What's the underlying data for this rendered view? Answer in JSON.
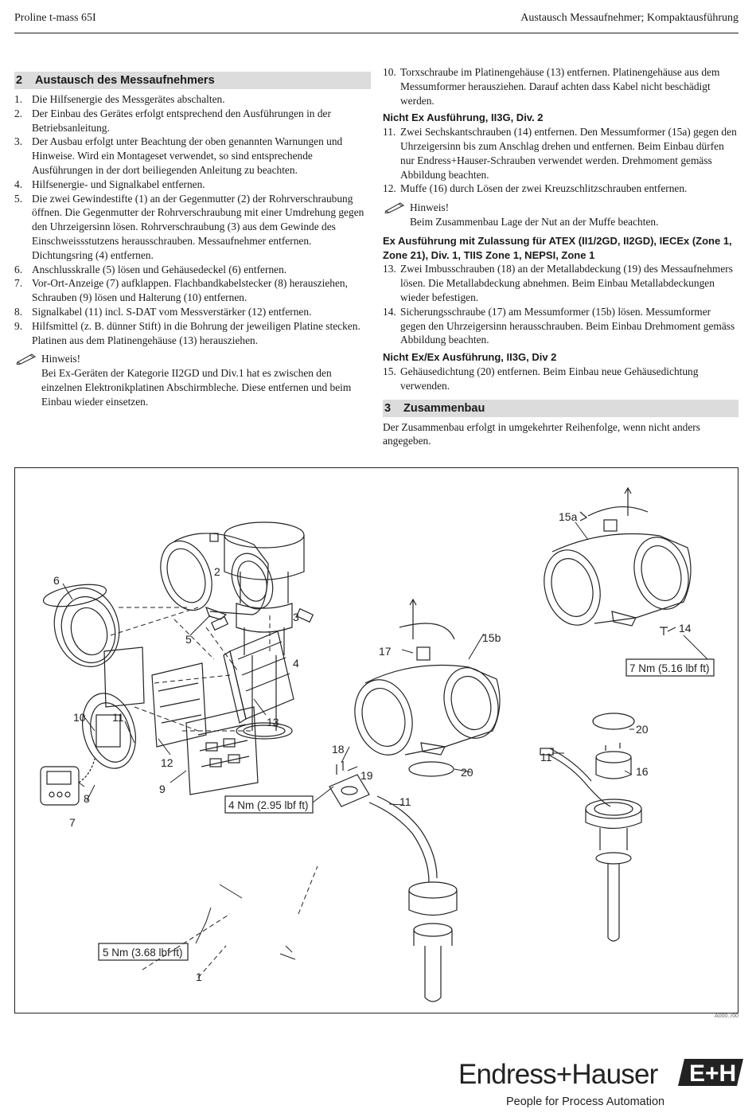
{
  "header": {
    "left": "Proline t-mass 65I",
    "right": "Austausch Messaufnehmer; Kompaktausführung"
  },
  "section2": {
    "number": "2",
    "title": "Austausch des Messaufnehmers",
    "steps": [
      {
        "n": "1.",
        "text": "Die Hilfsenergie des Messgerätes abschalten."
      },
      {
        "n": "2.",
        "text": "Der Einbau des Gerätes erfolgt entsprechend den Ausführungen in der Betriebsanleitung."
      },
      {
        "n": "3.",
        "text": "Der Ausbau erfolgt unter Beachtung der oben genannten Warnungen und Hinweise. Wird ein Montageset verwendet, so sind entsprechende Ausführungen in der dort beiliegenden Anleitung zu beachten."
      },
      {
        "n": "4.",
        "text": "Hilfsenergie- und Signalkabel entfernen."
      },
      {
        "n": "5.",
        "text": "Die zwei Gewindestifte (1) an der Gegenmutter (2) der Rohrverschraubung öffnen. Die Gegenmutter der Rohrverschraubung mit einer Umdrehung gegen den Uhrzeigersinn lösen. Rohrverschraubung (3) aus dem Gewinde des Einschweissstutzens herausschrauben. Messaufnehmer entfernen. Dichtungsring (4) entfernen."
      },
      {
        "n": "6.",
        "text": "Anschlusskralle (5) lösen und Gehäusedeckel (6) entfernen."
      },
      {
        "n": "7.",
        "text": "Vor-Ort-Anzeige (7) aufklappen. Flachbandkabelstecker (8) herausziehen, Schrauben (9) lösen und Halterung (10) entfernen."
      },
      {
        "n": "8.",
        "text": "Signalkabel (11) incl. S-DAT vom Messverstärker (12) entfernen."
      },
      {
        "n": "9.",
        "text": "Hilfsmittel (z. B. dünner Stift) in die Bohrung der jeweiligen Platine stecken. Platinen aus dem Platinengehäuse (13) herausziehen."
      }
    ],
    "note_title": "Hinweis!",
    "note_text": "Bei Ex-Geräten der Kategorie II2GD und Div.1 hat es zwischen den einzelnen Elektronikplatinen Abschirmbleche. Diese entfernen und beim Einbau wieder einsetzen."
  },
  "right": {
    "step10": {
      "n": "10.",
      "text": "Torxschraube im Platinengehäuse (13) entfernen. Platinengehäuse aus dem Messumformer herausziehen. Darauf achten dass Kabel nicht beschädigt werden."
    },
    "sub1": "Nicht Ex Ausführung, II3G, Div. 2",
    "step11": {
      "n": "11.",
      "text": "Zwei Sechskantschrauben (14) entfernen. Den Messumformer (15a) gegen den Uhrzeigersinn bis zum Anschlag drehen und entfernen. Beim Einbau dürfen nur Endress+Hauser-Schrauben verwendet werden. Drehmoment gemäss Abbildung beachten."
    },
    "step12": {
      "n": "12.",
      "text": "Muffe (16) durch Lösen der zwei Kreuzschlitzschrauben entfernen."
    },
    "note_title": "Hinweis!",
    "note_text": "Beim Zusammenbau Lage der Nut an der Muffe beachten.",
    "sub2": "Ex Ausführung mit Zulassung für ATEX (II1/2GD, II2GD), IECEx (Zone 1, Zone 21), Div. 1, TIIS Zone 1, NEPSI, Zone 1",
    "step13": {
      "n": "13.",
      "text": "Zwei Imbusschrauben (18) an der Metallabdeckung (19) des Messaufnehmers lösen. Die Metallabdeckung abnehmen. Beim Einbau Metallabdeckungen wieder befestigen."
    },
    "step14": {
      "n": "14.",
      "text": "Sicherungsschraube (17) am Messumformer (15b) lösen. Messumformer gegen den Uhrzeigersinn herausschrauben. Beim Einbau Drehmoment gemäss Abbildung beachten."
    },
    "sub3": "Nicht Ex/Ex Ausführung, II3G, Div 2",
    "step15": {
      "n": "15.",
      "text": "Gehäusedichtung (20) entfernen. Beim Einbau neue Gehäusedichtung verwenden."
    }
  },
  "section3": {
    "number": "3",
    "title": "Zusammenbau",
    "text": "Der Zusammenbau erfolgt in umgekehrter Reihenfolge, wenn nicht anders angegeben."
  },
  "figure": {
    "labels": [
      "1",
      "2",
      "3",
      "4",
      "5",
      "6",
      "7",
      "8",
      "9",
      "10",
      "11",
      "12",
      "13",
      "14",
      "15a",
      "15b",
      "16",
      "17",
      "18",
      "19",
      "20",
      "20",
      "11"
    ],
    "torque": {
      "t1": "5 Nm (3.68 lbf ft)",
      "t2": "4 Nm (2.95 lbf ft)",
      "t3": "7 Nm (5.16 lbf ft)"
    },
    "code": "A000.:/00"
  },
  "footer": {
    "brand": "Endress+Hauser",
    "tagline": "People for Process Automation"
  }
}
